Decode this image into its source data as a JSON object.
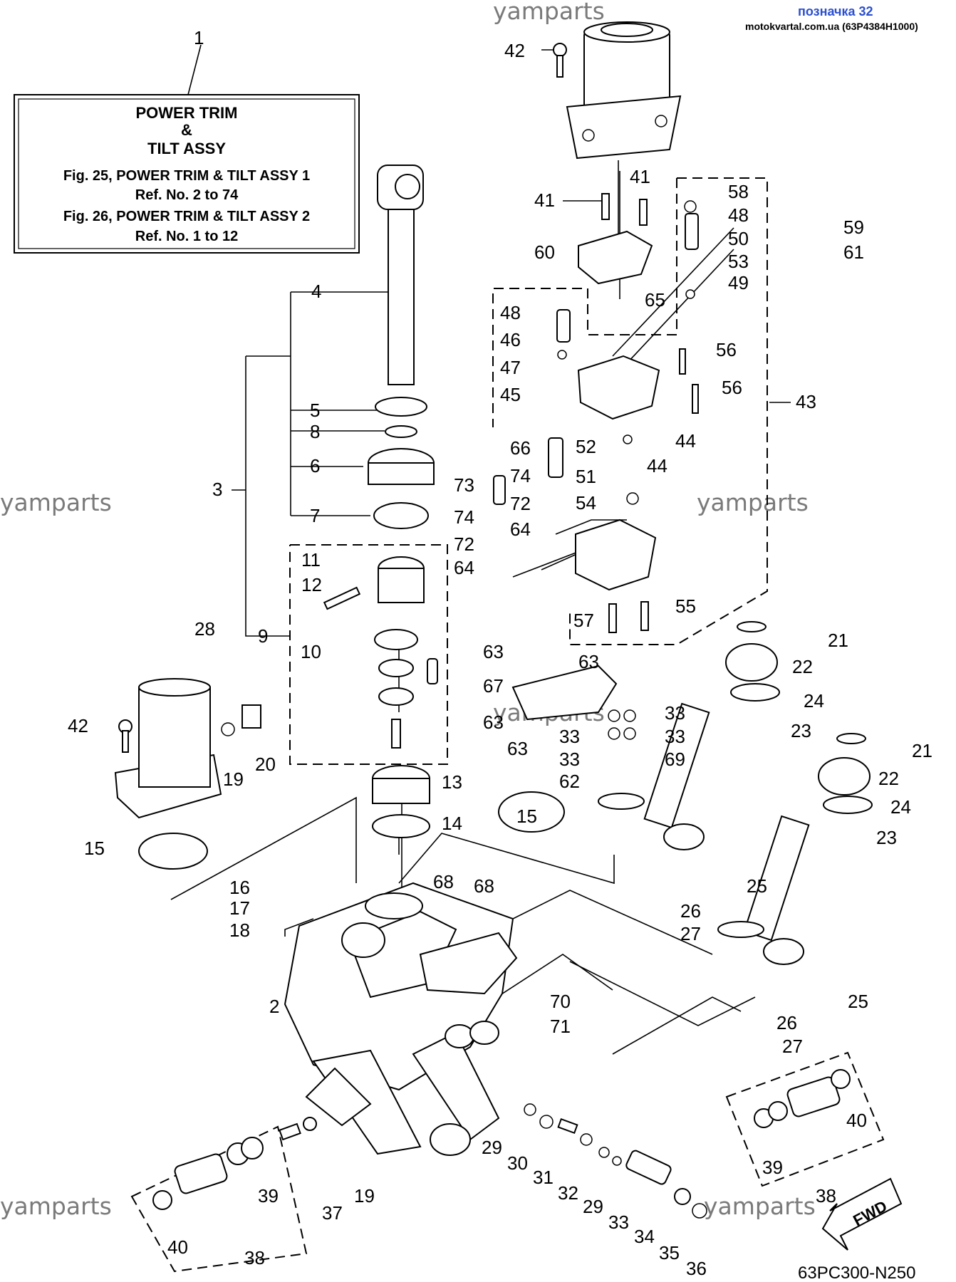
{
  "header": {
    "label": "позначка 32",
    "source": "motokvartal.com.ua (63P4384H1000)"
  },
  "watermarks": [
    "yamparts",
    "yamparts",
    "yamparts",
    "yamparts",
    "yamparts",
    "yamparts"
  ],
  "info_box": {
    "title_line1": "POWER TRIM",
    "title_line2": "&",
    "title_line3": "TILT ASSY",
    "ref1": "Fig. 25, POWER TRIM & TILT ASSY 1",
    "ref1_range": "Ref. No. 2 to 74",
    "ref2": "Fig. 26, POWER TRIM & TILT ASSY 2",
    "ref2_range": "Ref. No. 1 to 12"
  },
  "callouts": [
    "1",
    "42",
    "41",
    "41",
    "58",
    "48",
    "50",
    "53",
    "49",
    "59",
    "61",
    "60",
    "65",
    "48",
    "46",
    "47",
    "45",
    "56",
    "56",
    "43",
    "44",
    "44",
    "52",
    "66",
    "74",
    "73",
    "72",
    "51",
    "54",
    "74",
    "64",
    "72",
    "64",
    "55",
    "57",
    "4",
    "5",
    "8",
    "6",
    "3",
    "7",
    "11",
    "12",
    "9",
    "10",
    "28",
    "42",
    "19",
    "20",
    "21",
    "22",
    "24",
    "23",
    "63",
    "63",
    "67",
    "33",
    "33",
    "33",
    "33",
    "69",
    "63",
    "63",
    "62",
    "21",
    "22",
    "24",
    "23",
    "15",
    "13",
    "14",
    "15",
    "16",
    "17",
    "18",
    "68",
    "68",
    "25",
    "26",
    "27",
    "2",
    "70",
    "71",
    "25",
    "26",
    "27",
    "29",
    "30",
    "31",
    "32",
    "29",
    "33",
    "34",
    "35",
    "36",
    "39",
    "40",
    "38",
    "37",
    "19",
    "39",
    "40",
    "38"
  ],
  "footer_code": "63PC300-N250",
  "fwd_label": "FWD"
}
